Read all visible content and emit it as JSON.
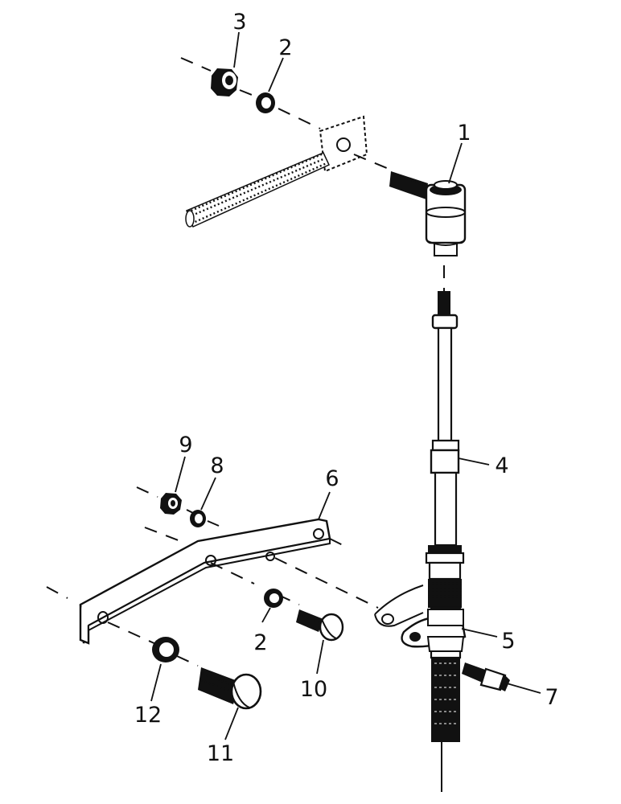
{
  "callouts": {
    "part_1": "1",
    "part_2_top": "2",
    "part_2_bottom": "2",
    "part_3": "3",
    "part_4": "4",
    "part_5": "5",
    "part_6": "6",
    "part_7": "7",
    "part_8": "8",
    "part_9": "9",
    "part_10": "10",
    "part_11": "11",
    "part_12": "12"
  }
}
